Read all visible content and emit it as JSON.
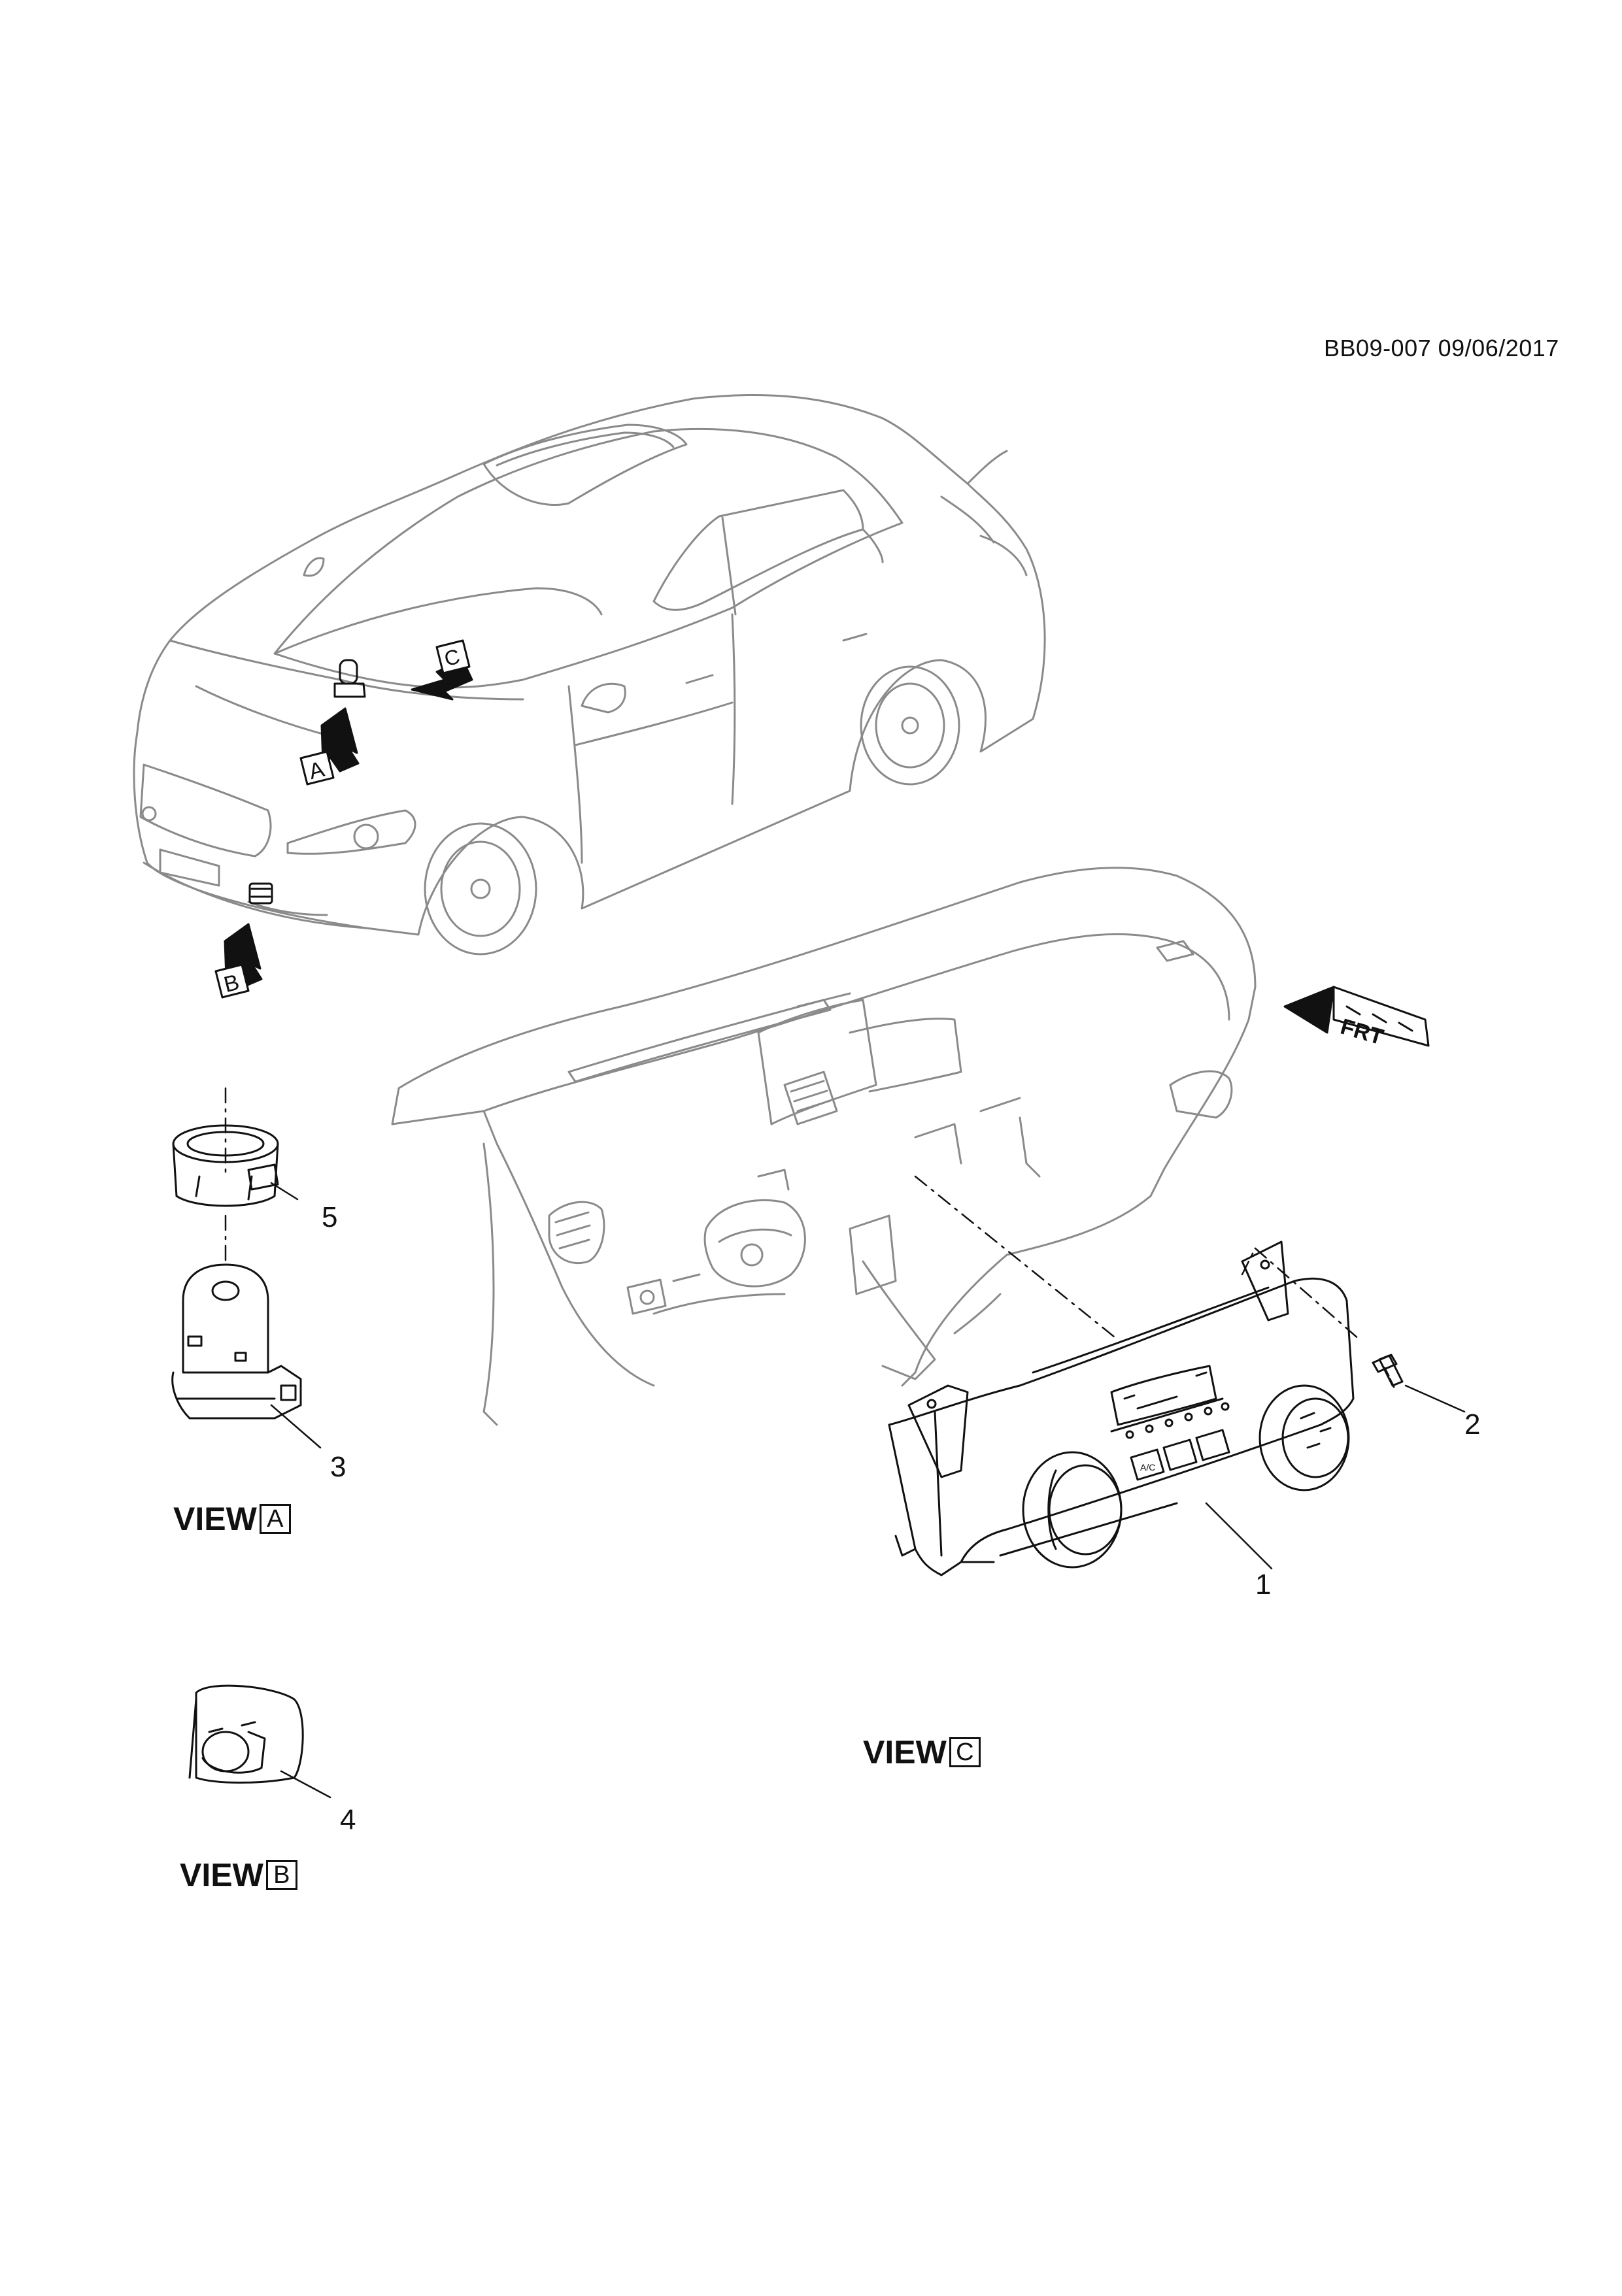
{
  "document": {
    "id": "BB09-007 09/06/2017"
  },
  "callouts": [
    "1",
    "2",
    "3",
    "4",
    "5"
  ],
  "view_arrows": [
    "A",
    "B",
    "C"
  ],
  "view_labels": {
    "a": {
      "text": "VIEW",
      "letter": "A"
    },
    "b": {
      "text": "VIEW",
      "letter": "B"
    },
    "c": {
      "text": "VIEW",
      "letter": "C"
    }
  },
  "frt_label": "FRT"
}
